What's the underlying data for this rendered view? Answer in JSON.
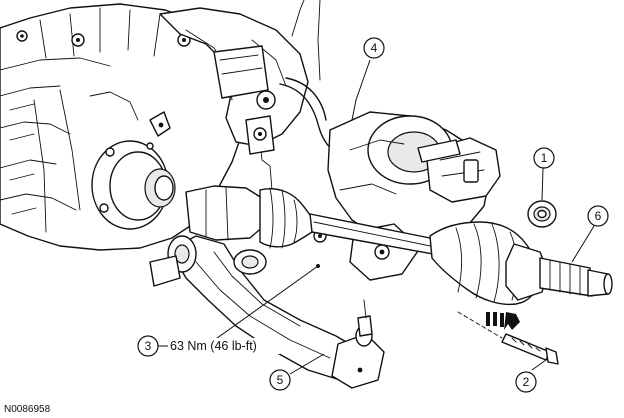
{
  "callouts": [
    {
      "id": "1",
      "label": "1"
    },
    {
      "id": "2",
      "label": "2"
    },
    {
      "id": "3",
      "label": "3"
    },
    {
      "id": "4",
      "label": "4"
    },
    {
      "id": "5",
      "label": "5"
    },
    {
      "id": "6",
      "label": "6"
    }
  ],
  "torque_spec": "63 Nm (46 lb-ft)",
  "reference_code": "N0086958"
}
